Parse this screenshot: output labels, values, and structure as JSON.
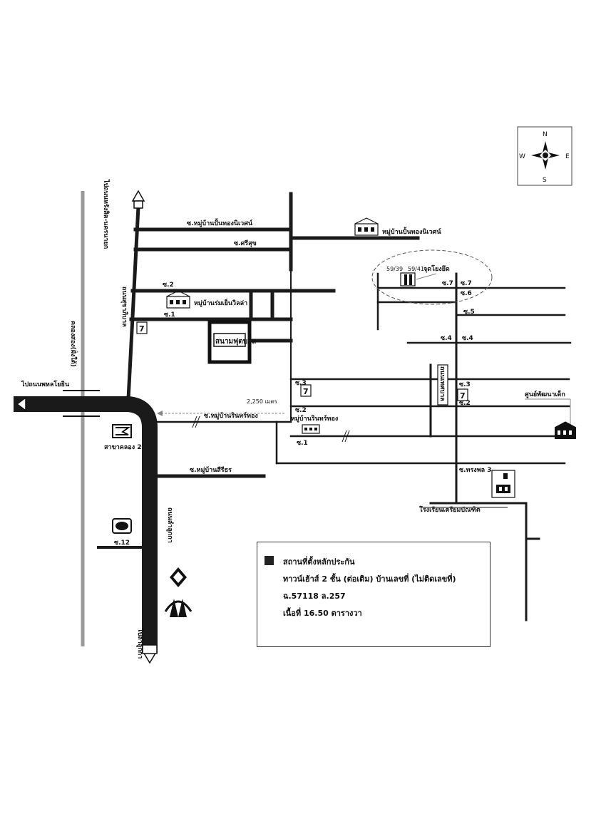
{
  "compass": {
    "n": "N",
    "s": "S",
    "e": "E",
    "w": "W"
  },
  "labels": {
    "canal_road": "ไปถนนหรังสิต-นครนายก",
    "canal": "คลองสอง(ฝั่งใต้)",
    "to_phahon": "ไปถนนพหลโยธิน",
    "to_lamlukka": "ไปลำลูกกา",
    "lamlukka_rd": "ถนนลำลูกกา",
    "bangkhu_rd": "ถนนสุขาภิบาล",
    "soi_ban_thong_niwet": "ซ.หมู่บ้านปั้นทองนิเวศน์",
    "village_ban_thong_niwet": "หมู่บ้านปั้นทองนิเวศน์",
    "soi_sri_suk": "ซ.ศรีสุข",
    "soi_2_left": "ซ.2",
    "village_rom_yen": "หมู่บ้านร่มเย็นวิลล่า",
    "soi_1_left": "ซ.1",
    "football": "สนามฟุตบอล",
    "distance": "2,250 เมตร",
    "soi_rin_thong": "ซ.หมู่บ้านรินทร์ทอง",
    "village_rin_thong": "หมู่บ้านรินทร์ทอง",
    "branch": "สาขาคลอง 2",
    "soi_sri_thon": "ซ.หมู่บ้านสีรีธร",
    "soi_12": "ซ.12",
    "soi_3_mid": "ซ.3",
    "soi_2_mid": "ซ.2",
    "soi_1_mid": "ซ.1",
    "plot_a": "59/39",
    "plot_b": "59/41",
    "parking": "จุดโยงยึด",
    "soi_7a": "ซ.7",
    "soi_7b": "ซ.7",
    "soi_6": "ซ.6",
    "soi_5": "ซ.5",
    "soi_4a": "ซ.4",
    "soi_4b": "ซ.4",
    "soi_3_right": "ซ.3",
    "soi_2_right": "ซ.2",
    "road_right": "ถนนเทศบาล",
    "dev_center": "ศูนย์พัฒนาเด็ก",
    "soi_song_phon": "ซ.ทรงพล 3",
    "school": "โรงเรียนเตรียมบัณฑิต"
  },
  "legend": {
    "line1": "สถานที่ตั้งหลักประกัน",
    "line2": "ทาวน์เฮ้าส์ 2 ชั้น (ต่อเติม) บ้านเลขที่ (ไม่ติดเลขที่)",
    "line3": "ฉ.57118 ล.257",
    "line4": "เนื้อที่ 16.50 ตารางวา"
  },
  "colors": {
    "road": "#1a1a1a",
    "canal": "#9a9a9a",
    "background": "#ffffff"
  }
}
